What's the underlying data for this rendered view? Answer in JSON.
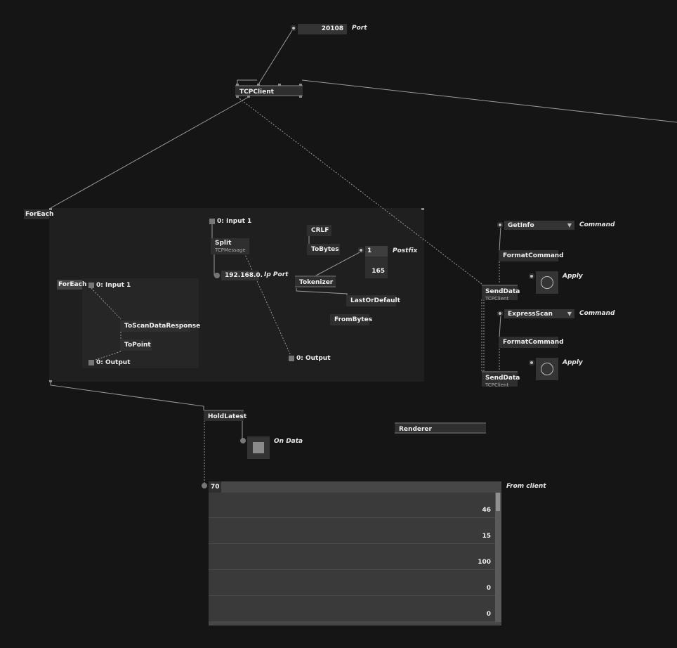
{
  "nodes": {
    "port_value": "20108",
    "port_label": "Port",
    "tcpclient": "TCPClient",
    "foreach_outer": "ForEach",
    "foreach_inner": "ForEach",
    "input1_outer": "0: Input 1",
    "input1_inner": "0: Input 1",
    "output_outer": "0: Output",
    "output_inner": "0: Output",
    "split": "Split",
    "split_sub": "TCPMessage",
    "ip_value": "192.168.0.",
    "ip_label": "Ip Port",
    "crlf": "CRLF",
    "tobytes": "ToBytes",
    "postfix_top": "1",
    "postfix_bottom": "165",
    "postfix_label": "Postfix",
    "tokenizer": "Tokenizer",
    "lastordefault": "LastOrDefault",
    "frombytes": "FromBytes",
    "toscandataresponse": "ToScanDataResponse",
    "topoint": "ToPoint",
    "holdlatest": "HoldLatest",
    "ondata_label": "On Data",
    "renderer": "Renderer",
    "getinfo": "GetInfo",
    "expressscan": "ExpressScan",
    "command_label": "Command",
    "formatcommand": "FormatCommand",
    "senddata": "SendData",
    "senddata_sub": "TCPClient",
    "apply_label": "Apply"
  },
  "spread": {
    "header": "70",
    "label": "From client",
    "rows": [
      "46",
      "15",
      "100",
      "0",
      "0"
    ]
  },
  "colors": {
    "background": "#151515",
    "region": "#1f1f1f",
    "node": "#2f2f2f",
    "wire": "#9a9a9a"
  }
}
